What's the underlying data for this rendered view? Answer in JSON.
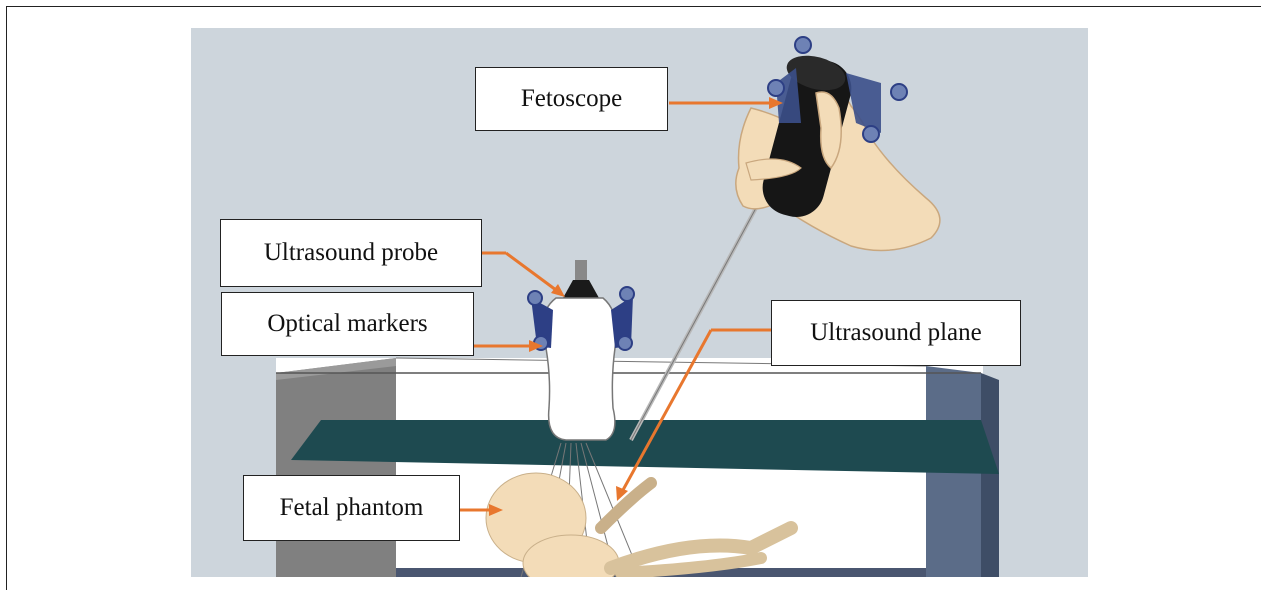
{
  "labels": {
    "fetoscope": "Fetoscope",
    "ultrasound_probe": "Ultrasound probe",
    "optical_markers": "Optical markers",
    "ultrasound_plane": "Ultrasound plane",
    "fetal_phantom": "Fetal phantom"
  },
  "colors": {
    "background": "#cdd5dc",
    "arrow": "#e8772e",
    "water_plane": "#1e4a50",
    "tank_side": "#5b6c88",
    "marker_blue": "#2d3f85",
    "skin": "#f3dcb8"
  }
}
